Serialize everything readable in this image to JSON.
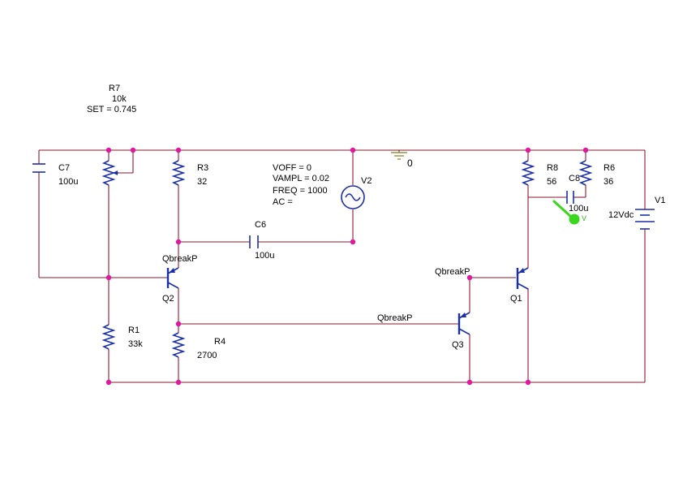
{
  "components": {
    "r7": {
      "ref": "R7",
      "value": "10k",
      "set": "SET = 0.745"
    },
    "c7": {
      "ref": "C7",
      "value": "100u"
    },
    "r3": {
      "ref": "R3",
      "value": "32"
    },
    "v2": {
      "ref": "V2",
      "voff": "VOFF = 0",
      "vampl": "VAMPL = 0.02",
      "freq": "FREQ = 1000",
      "ac": "AC ="
    },
    "ground": {
      "label": "0"
    },
    "r8": {
      "ref": "R8",
      "value": "56"
    },
    "c8": {
      "ref": "C8",
      "value": "100u"
    },
    "r6": {
      "ref": "R6",
      "value": "36"
    },
    "v1": {
      "ref": "V1",
      "value": "12Vdc"
    },
    "c6": {
      "ref": "C6",
      "value": "100u"
    },
    "q2": {
      "ref": "Q2",
      "model": "QbreakP"
    },
    "q1": {
      "ref": "Q1",
      "model": "QbreakP"
    },
    "q3": {
      "ref": "Q3",
      "model": "QbreakP"
    },
    "r1": {
      "ref": "R1",
      "value": "33k"
    },
    "r4": {
      "ref": "R4",
      "value": "2700"
    }
  },
  "probe": {
    "label": "V",
    "color": "#39d81f"
  },
  "colors": {
    "wire": "#8b1a2e",
    "component": "#1b2fa8",
    "junction": "#e0189e"
  }
}
